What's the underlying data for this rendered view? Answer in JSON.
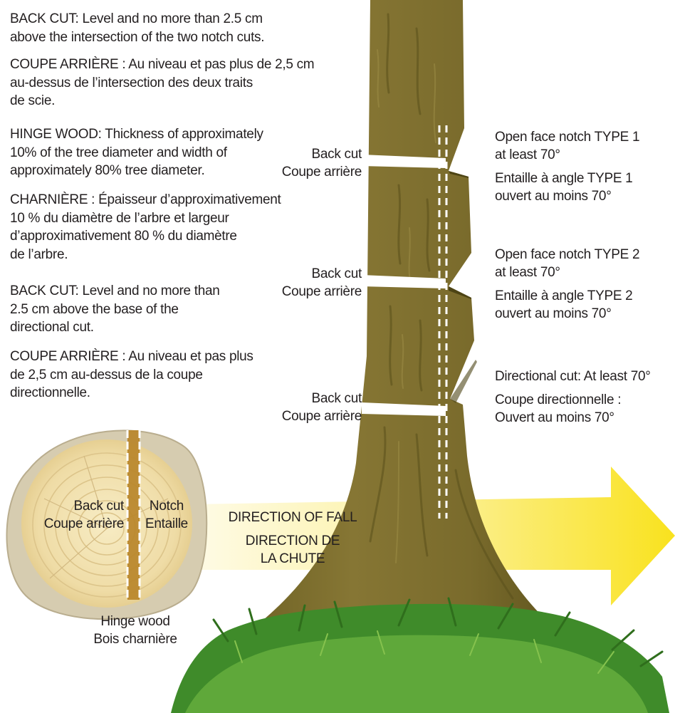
{
  "colors": {
    "bark": "#7a6c2c",
    "bark_dark": "#5c521e",
    "bark_light": "#9a8c44",
    "cut_white": "#ffffff",
    "arrow_yellow": "#fbe94a",
    "arrow_pale": "#fdf6c6",
    "wood_ring": "#ecd9a4",
    "wood_bark": "#cfc3a4",
    "hinge": "#b8862a",
    "grass": "#3f8b2a",
    "text": "#231f20"
  },
  "paragraphs": [
    {
      "lines": [
        "BACK CUT: Level and no more than 2.5 cm",
        "above the intersection of the two notch cuts."
      ]
    },
    {
      "lines": [
        "COUPE ARRIÈRE : Au niveau et pas plus de 2,5 cm",
        "au-dessus de l’intersection des deux traits",
        "de scie."
      ]
    },
    {
      "lines": [
        "HINGE WOOD: Thickness of approximately",
        "10% of the tree diameter and width of",
        "approximately 80% tree diameter."
      ]
    },
    {
      "lines": [
        "CHARNIÈRE : Épaisseur d’approximativement",
        "10 % du diamètre de l’arbre et largeur",
        "d’approximativement 80 % du diamètre",
        "de l’arbre."
      ]
    },
    {
      "lines": [
        "BACK CUT: Level and no more than",
        "2.5 cm above the base of the",
        "directional cut."
      ]
    },
    {
      "lines": [
        "COUPE ARRIÈRE : Au niveau et pas plus",
        "de 2,5 cm au-dessus de la coupe",
        "directionnelle."
      ]
    }
  ],
  "back_cut_labels": [
    {
      "en": "Back cut",
      "fr": "Coupe arrière"
    },
    {
      "en": "Back cut",
      "fr": "Coupe arrière"
    },
    {
      "en": "Back cut",
      "fr": "Coupe arrière"
    }
  ],
  "notch_labels": [
    {
      "en": [
        "Open face notch TYPE 1",
        "at least 70°"
      ],
      "fr": [
        "Entaille à angle TYPE 1",
        "ouvert au moins 70°"
      ]
    },
    {
      "en": [
        "Open face notch TYPE 2",
        "at least 70°"
      ],
      "fr": [
        "Entaille à angle TYPE 2",
        "ouvert au moins 70°"
      ]
    },
    {
      "en": [
        "Directional cut: At least 70°"
      ],
      "fr": [
        "Coupe directionnelle :",
        "Ouvert au moins 70°"
      ]
    }
  ],
  "stump": {
    "back_cut": [
      "Back cut",
      "Coupe arrière"
    ],
    "notch": [
      "Notch",
      "Entaille"
    ],
    "hinge": [
      "Hinge wood",
      "Bois charnière"
    ]
  },
  "direction": {
    "en": "DIRECTION OF FALL",
    "fr": [
      "DIRECTION DE",
      "LA CHUTE"
    ]
  }
}
